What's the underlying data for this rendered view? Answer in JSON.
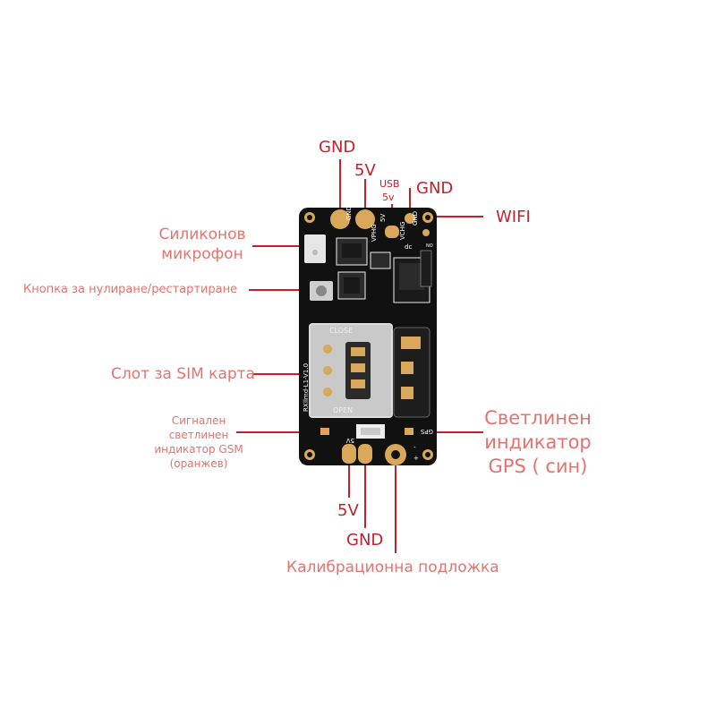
{
  "labels": {
    "top_gnd": "GND",
    "top_5v": "5V",
    "top_usb": "USB",
    "top_usb_5v": "5v",
    "top_gnd2": "GND",
    "wifi": "WIFI",
    "silicone_mic_line1": "Силиконов",
    "silicone_mic_line2": "микрофон",
    "reset_button": "Кнопка за нулиране/рестартиране",
    "sim_slot": "Слот за SIM карта",
    "gsm_led_line1": "Сигнален",
    "gsm_led_line2": "светлинен",
    "gsm_led_line3": "индикатор GSM",
    "gsm_led_line4": "(оранжев)",
    "gps_led_line1": "Светлинен",
    "gps_led_line2": "индикатор",
    "gps_led_line3": "GPS ( син)",
    "bottom_5v": "5V",
    "bottom_gnd": "GND",
    "calib_pad": "Калибрационна подложка"
  },
  "board_silk": {
    "gnd": "GND",
    "vphg": "VPHG",
    "five_v": "5V",
    "vchg": "VCHG",
    "gnd_small": "GND",
    "dc": "dc",
    "no": "NO",
    "close": "CLOSE",
    "open": "OPEN",
    "version": "llmd-L1-V1.0",
    "rx": "RX",
    "gps": "GPS",
    "five_v_bottom": "5V",
    "plus": "+",
    "minus": "-"
  },
  "colors": {
    "label_dark_red": "#c8202a",
    "label_pink": "#e4736e",
    "pcb": "#111111",
    "gold": "#d9a85a",
    "sim_silver": "#c9c9c9"
  }
}
